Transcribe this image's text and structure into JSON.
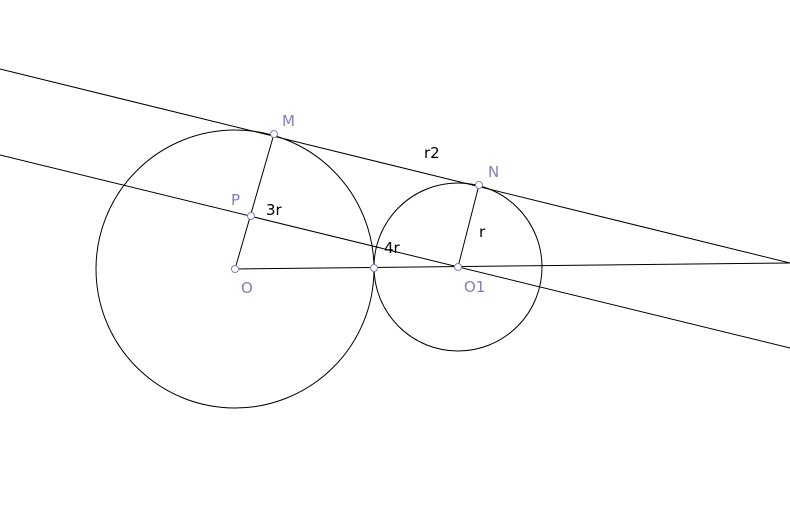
{
  "labels": {
    "M": "M",
    "N": "N",
    "P": "P",
    "O": "O",
    "O1": "O1"
  },
  "segment_labels": {
    "MN": "r2",
    "PM": "3r",
    "tangency_to_O1": "4r",
    "O1N": "r"
  },
  "colors": {
    "stroke": "#000000",
    "point_label": "#7f7fbf"
  }
}
